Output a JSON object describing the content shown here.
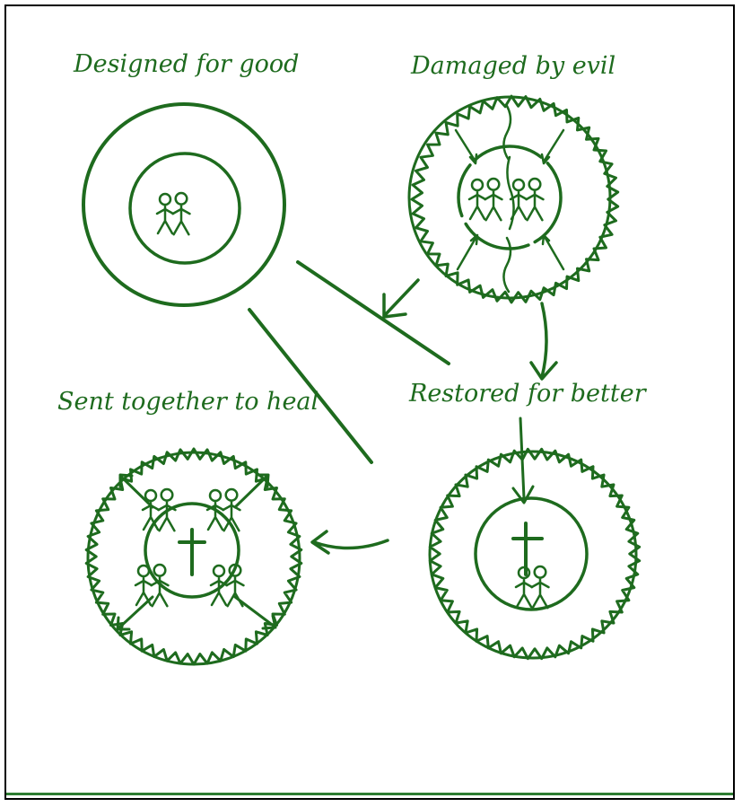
{
  "labels": {
    "designed": "Designed for good",
    "damaged": "Damaged by evil",
    "restored": "Restored for better",
    "sent": "Sent together to heal"
  },
  "colors": {
    "ink": "#1e6b1e",
    "border": "#000000",
    "rule": "#2e7d32"
  }
}
